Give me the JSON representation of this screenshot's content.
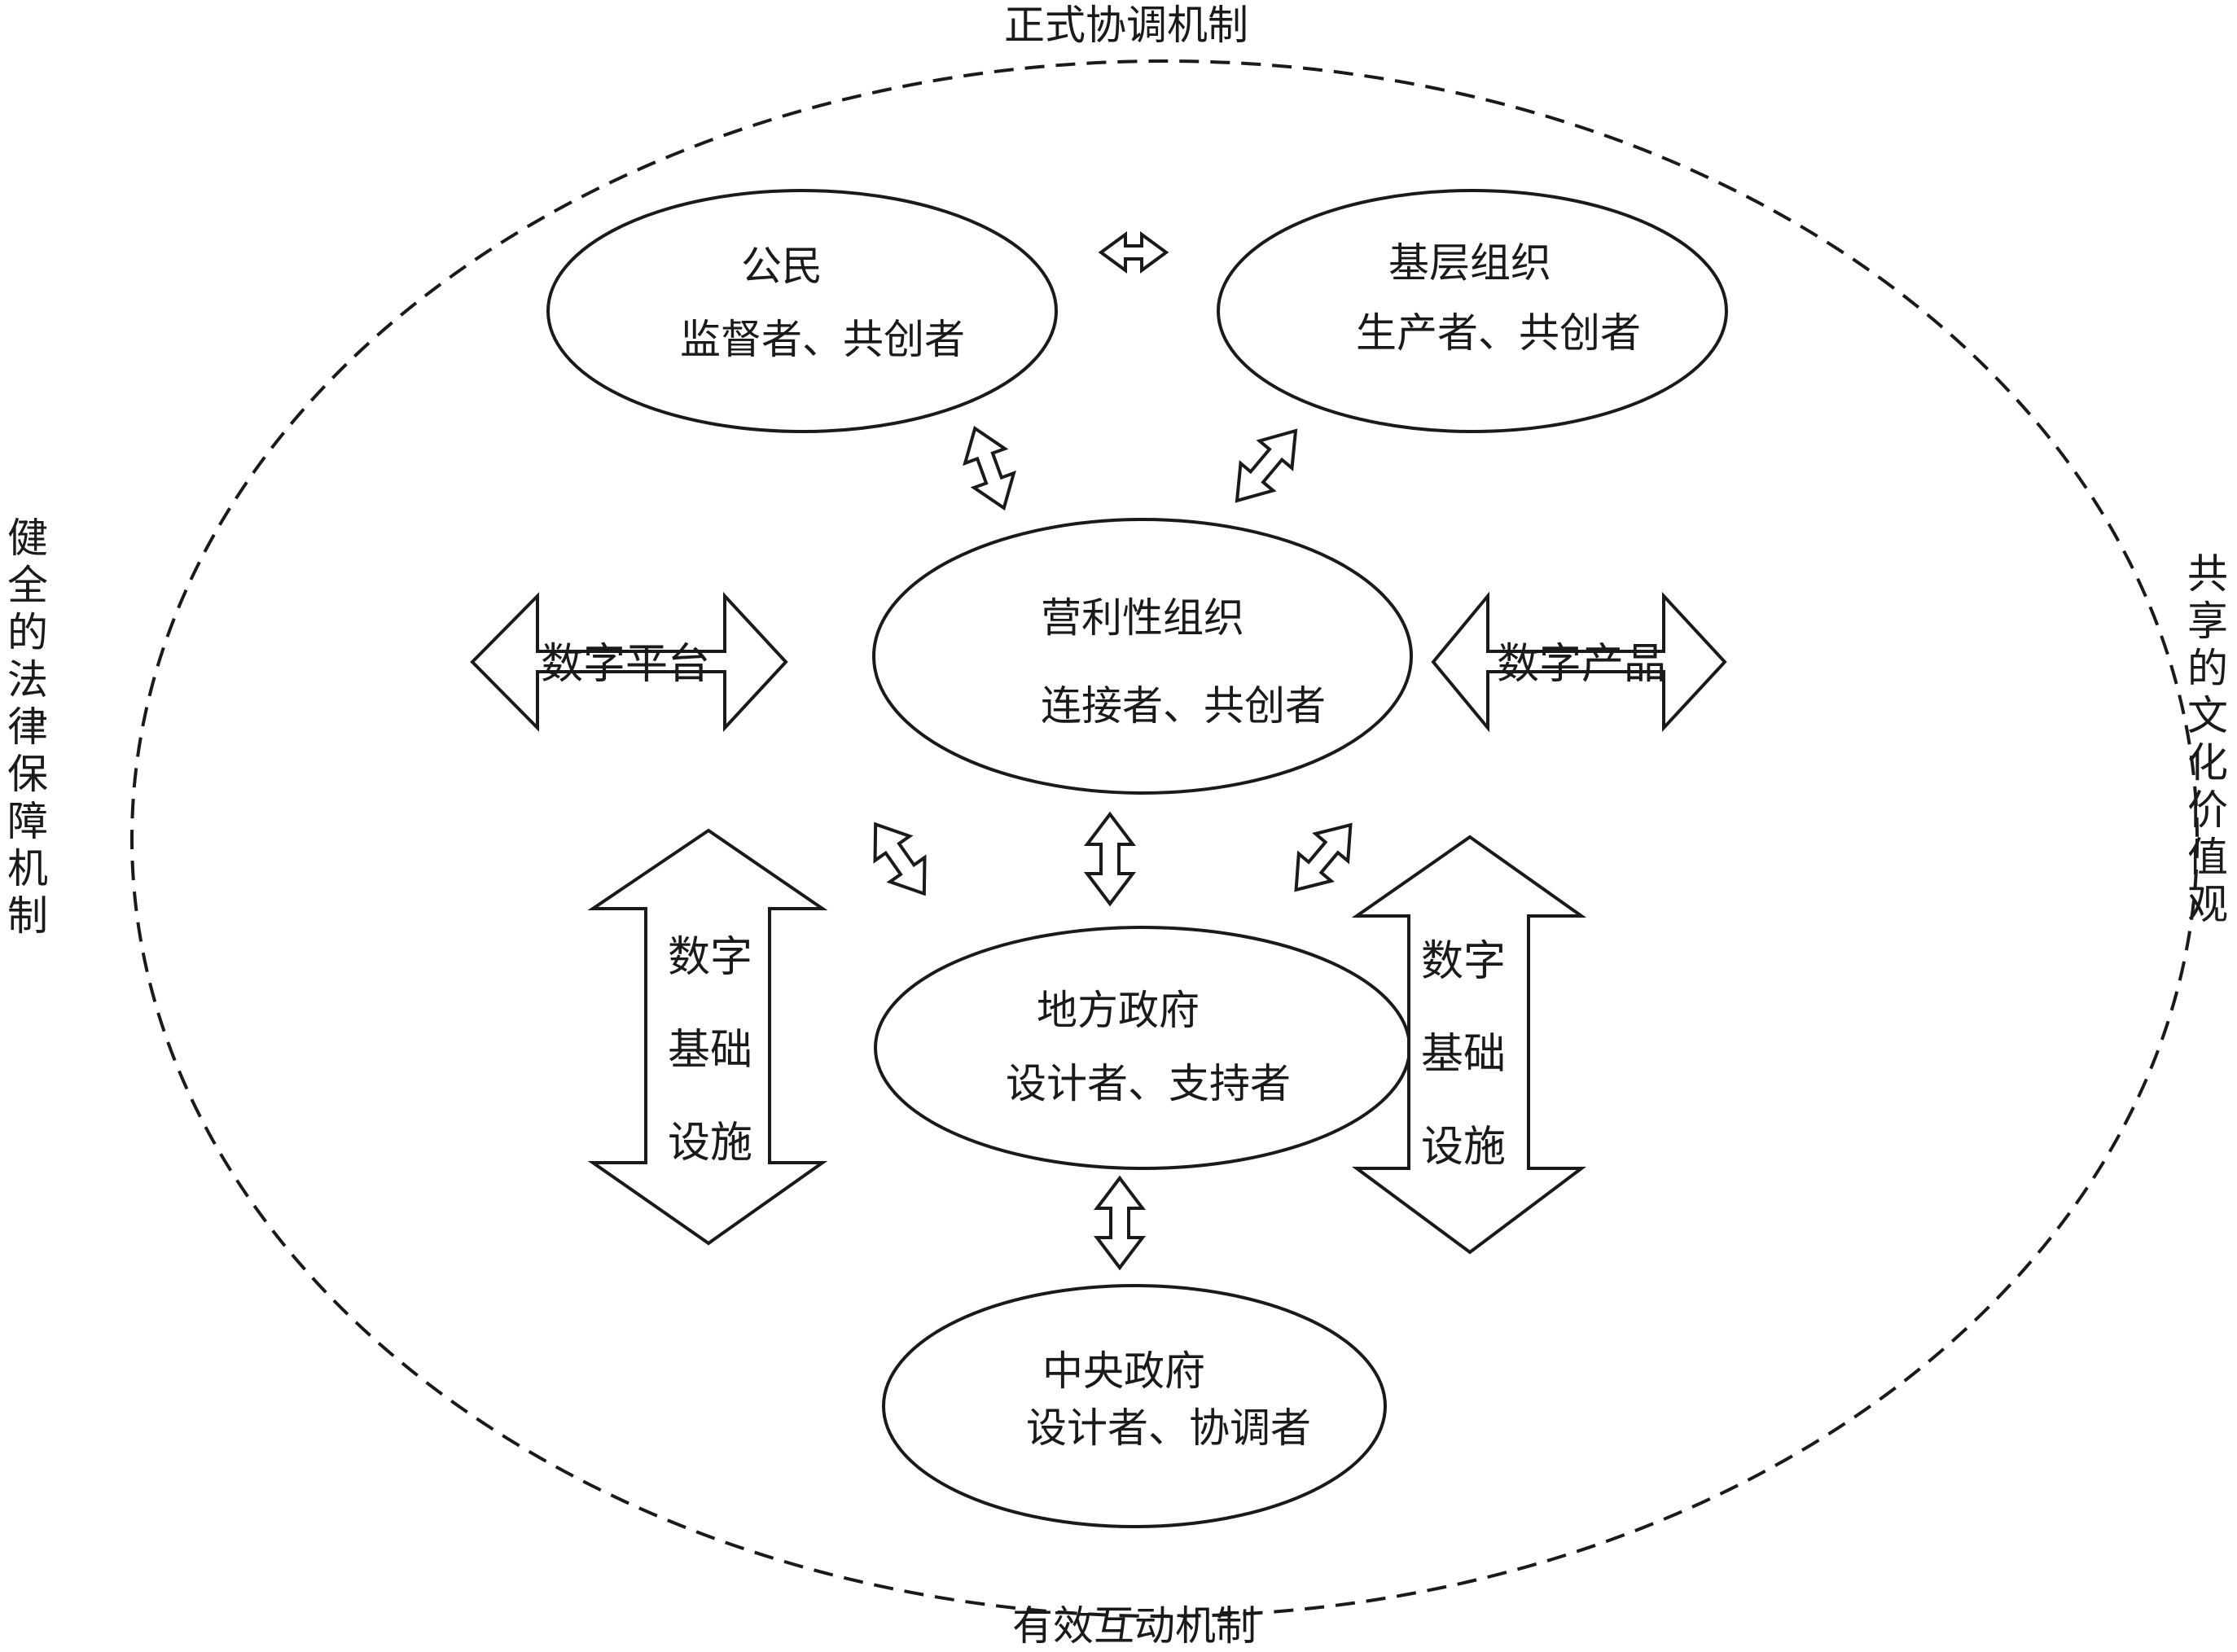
{
  "colors": {
    "line": "#1a1a1a",
    "fill": "#ffffff",
    "text": "#1a1a1a"
  },
  "mechanisms": {
    "top": "正式协调机制",
    "bottom": "有效互动机制",
    "left": "健全的法律保障机制",
    "right": "共享的文化价值观"
  },
  "nodes": {
    "citizen": {
      "name": "公民",
      "role": "监督者、共创者"
    },
    "grassroots": {
      "name": "基层组织",
      "role": "生产者、共创者"
    },
    "forprofit": {
      "name": "营利性组织",
      "role": "连接者、共创者"
    },
    "local_gov": {
      "name": "地方政府",
      "role": "设计者、支持者"
    },
    "central_gov": {
      "name": "中央政府",
      "role": "设计者、协调者"
    }
  },
  "arrows": {
    "digital_platform": "数字平台",
    "digital_product": "数字产品",
    "infra_left": [
      "数字",
      "基础",
      "设施"
    ],
    "infra_right": [
      "数字",
      "基础",
      "设施"
    ]
  },
  "icons": {
    "double_arrow": "double-arrow-icon"
  }
}
